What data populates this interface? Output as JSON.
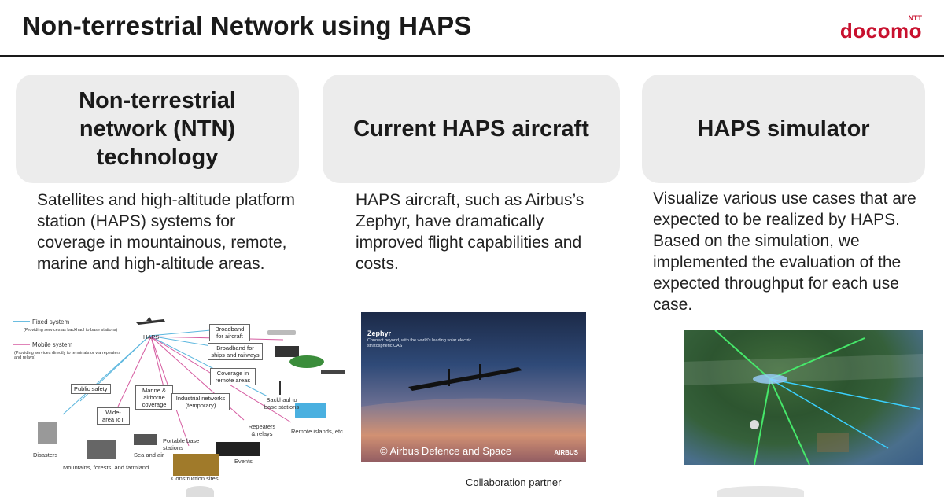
{
  "header": {
    "title": "Non-terrestrial Network using HAPS",
    "logo_small": "NTT",
    "logo_brand": "docomo"
  },
  "colors": {
    "brand": "#c8102e",
    "card_bg": "#ececec",
    "rule": "#1a1a1a"
  },
  "columns": [
    {
      "heading": "Non-terrestrial network (NTN) technology",
      "heading_lines": [
        "Non-terrestrial",
        "network (NTN)",
        "technology"
      ],
      "description": "Satellites and high-altitude platform station (HAPS) systems for coverage in mountainous, remote, marine and high-altitude areas."
    },
    {
      "heading": "Current HAPS aircraft",
      "description": "HAPS aircraft, such as Airbus’s Zephyr, have dramatically improved flight capabilities and costs."
    },
    {
      "heading": "HAPS simulator",
      "description": "Visualize various use cases that are expected to be realized by HAPS. Based on the simulation, we implemented the evaluation of the expected throughput for each use case."
    }
  ],
  "diagram": {
    "legend_fixed": "Fixed system",
    "legend_fixed_note": "(Providing services as backhaul to base stations)",
    "legend_mobile": "Mobile system",
    "legend_mobile_note": "(Providing services directly to terminals or via repeaters and relays)",
    "haps": "HAPS",
    "broadband_aircraft": "Broadband for aircraft",
    "broadband_ships": "Broadband for ships and railways",
    "coverage_remote": "Coverage in remote areas",
    "backhaul": "Backhaul to base stations",
    "public_safety": "Public safety",
    "marine": "Marine & airborne coverage",
    "industrial": "Industrial networks (temporary)",
    "wide_area_iot": "Wide-area IoT",
    "repeaters": "Repeaters & relays",
    "remote_islands": "Remote islands, etc.",
    "portable": "Portable base stations",
    "disasters": "Disasters",
    "sea_air": "Sea and air",
    "events": "Events",
    "mountains": "Mountains, forests, and farmland",
    "construction": "Construction sites"
  },
  "zephyr": {
    "title": "Zephyr",
    "subtitle": "Connect beyond, with the world’s leading solar electric stratospheric UAS",
    "caption": "© Airbus Defence and Space",
    "brand": "AIRBUS"
  },
  "collab": "Collaboration partner"
}
